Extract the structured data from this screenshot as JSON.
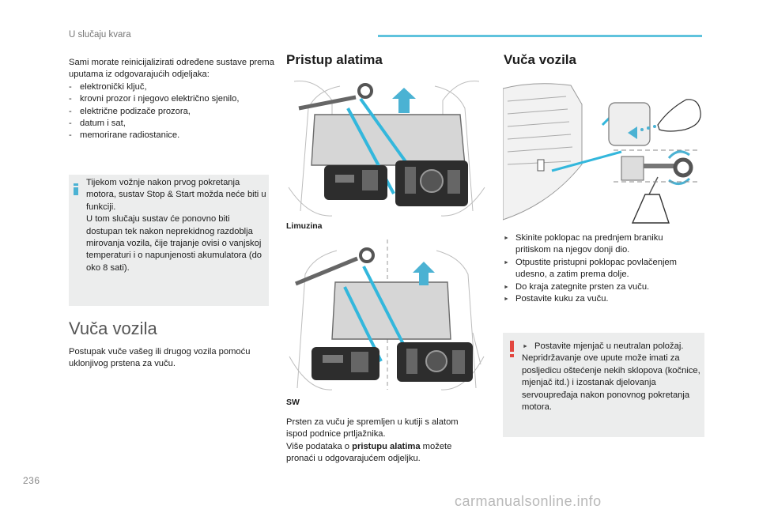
{
  "header": {
    "section_title": "U slučaju kvara"
  },
  "page_number": "236",
  "watermark": "carmanualsonline.info",
  "left_column": {
    "intro": "Sami morate reinicijalizirati određene sustave prema uputama iz odgovarajućih odjeljaka:",
    "items": [
      "elektronički ključ,",
      "krovni prozor i njegovo električno sjenilo,",
      "električne podizače prozora,",
      "datum i sat,",
      "memorirane radiostanice."
    ],
    "info_text": "Tijekom vožnje nakon prvog pokretanja motora, sustav Stop & Start možda neće biti u funkciji.\nU tom slučaju sustav će ponovno biti dostupan tek nakon neprekidnog razdoblja mirovanja vozila, čije trajanje ovisi o vanjskoj temperaturi i o napunjenosti akumulatora (do oko 8 sati).",
    "subheading": "Vuča vozila",
    "tow_intro": "Postupak vuče vašeg ili drugog vozila pomoću uklonjivog prstena za vuču."
  },
  "middle_column": {
    "title": "Pristup alatima",
    "caption_1": "Limuzina",
    "caption_2": "SW",
    "para_1": "Prsten za vuču je spremljen u kutiji s alatom ispod podnice prtljažnika.",
    "para_2_before": "Više podataka o ",
    "para_2_bold": "pristupu alatima",
    "para_2_after": " možete pronaći u odgovarajućem odjeljku."
  },
  "right_column": {
    "title": "Vuča vozila",
    "steps": [
      "Skinite poklopac na prednjem braniku pritiskom na njegov donji dio.",
      "Otpustite pristupni poklopac povlačenjem udesno, a zatim prema dolje.",
      "Do kraja zategnite prsten za vuču.",
      "Postavite kuku za vuču."
    ],
    "warning_lead": "Postavite mjenjač u neutralan položaj.",
    "warning_text": "Nepridržavanje ove upute može imati za posljedicu oštećenje nekih sklopova (kočnice, mjenjač itd.) i izostanak djelovanja servoupređaja nakon ponovnog pokretanja motora."
  },
  "colors": {
    "accent": "#5fc3dd",
    "info": "#4bb2d3",
    "warning": "#e2463f",
    "box": "#eceded"
  }
}
